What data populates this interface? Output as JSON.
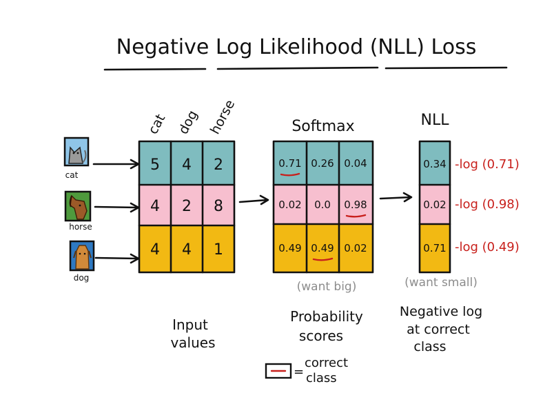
{
  "title": "Negative Log Likelihood (NLL) Loss",
  "colors": {
    "teal": "#7fbcbf",
    "pink": "#f7bfcf",
    "yellow": "#f2b913",
    "ink": "#111111",
    "red": "#c8201c",
    "gray": "#8c8c8c"
  },
  "icons": [
    {
      "name": "cat-image-icon",
      "label": "cat"
    },
    {
      "name": "horse-image-icon",
      "label": "horse"
    },
    {
      "name": "dog-image-icon",
      "label": "dog"
    }
  ],
  "input": {
    "columns": [
      "cat",
      "dog",
      "horse"
    ],
    "rows": [
      [
        "5",
        "4",
        "2"
      ],
      [
        "4",
        "2",
        "8"
      ],
      [
        "4",
        "4",
        "1"
      ]
    ],
    "caption_line1": "Input",
    "caption_line2": "values"
  },
  "softmax": {
    "title": "Softmax",
    "rows": [
      [
        "0.71",
        "0.26",
        "0.04"
      ],
      [
        "0.02",
        "0.0",
        "0.98"
      ],
      [
        "0.49",
        "0.49",
        "0.02"
      ]
    ],
    "note": "(want big)",
    "caption_line1": "Probability",
    "caption_line2": "scores"
  },
  "nll": {
    "title": "NLL",
    "values": [
      "0.34",
      "0.02",
      "0.71"
    ],
    "formulas": [
      "-log (0.71)",
      "-log (0.98)",
      "-log (0.49)"
    ],
    "note": "(want small)",
    "caption_line1": "Negative log",
    "caption_line2": "at correct",
    "caption_line3": "class"
  },
  "legend": {
    "line1": "correct",
    "line2": "class",
    "equals": "="
  }
}
